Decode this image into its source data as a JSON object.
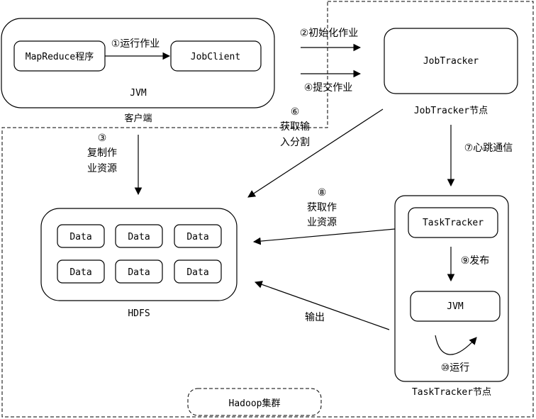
{
  "client": {
    "mapreduce_program": "MapReduce程序",
    "jobclient": "JobClient",
    "jvm": "JVM",
    "label": "客户端",
    "step1": "①运行作业"
  },
  "jobtracker": {
    "name": "JobTracker",
    "node_label": "JobTracker节点",
    "step2": "②初始化作业",
    "step4": "④提交作业"
  },
  "step3": {
    "line1": "③",
    "line2": "复制作",
    "line3": "业资源"
  },
  "step6": {
    "line1": "⑥",
    "line2": "获取输",
    "line3": "入分割"
  },
  "step7": "⑦心跳通信",
  "step8": {
    "line1": "⑧",
    "line2": "获取作",
    "line3": "业资源"
  },
  "hdfs": {
    "label": "HDFS",
    "blocks": [
      "Data",
      "Data",
      "Data",
      "Data",
      "Data",
      "Data"
    ]
  },
  "tasktracker": {
    "name": "TaskTracker",
    "jvm": "JVM",
    "node_label": "TaskTracker节点",
    "step9": "⑨发布",
    "step10": "⑩运行"
  },
  "output_label": "输出",
  "cluster_label": "Hadoop集群"
}
